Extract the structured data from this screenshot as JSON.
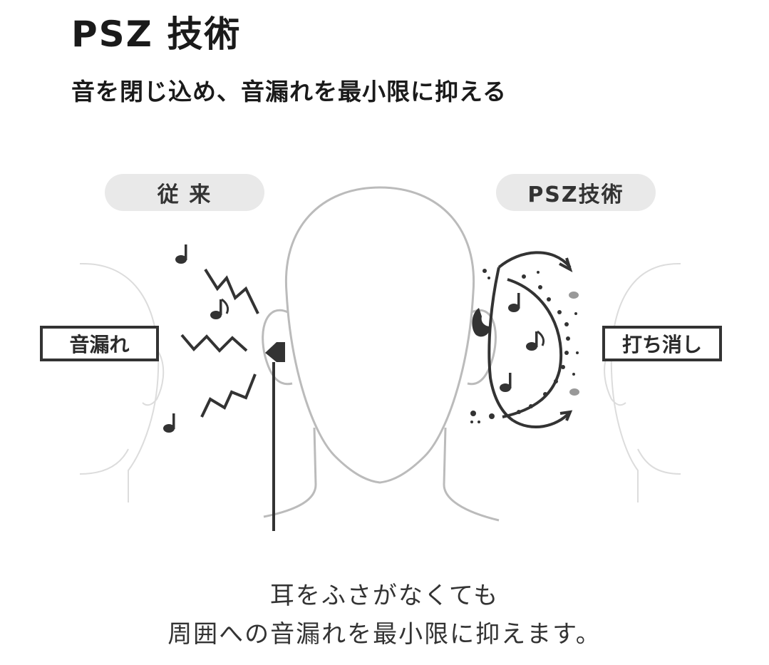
{
  "heading": {
    "title": "PSZ 技術",
    "subtitle": "音を閉じ込め、音漏れを最小限に抑える"
  },
  "diagram": {
    "left_pill": "従 来",
    "right_pill": "PSZ技術",
    "left_box": "音漏れ",
    "right_box": "打ち消し",
    "line_color": "#333333",
    "face_color": "#bbbbbb"
  },
  "caption": {
    "line1": "耳をふさがなくても",
    "line2": "周囲への音漏れを最小限に抑えます。"
  }
}
